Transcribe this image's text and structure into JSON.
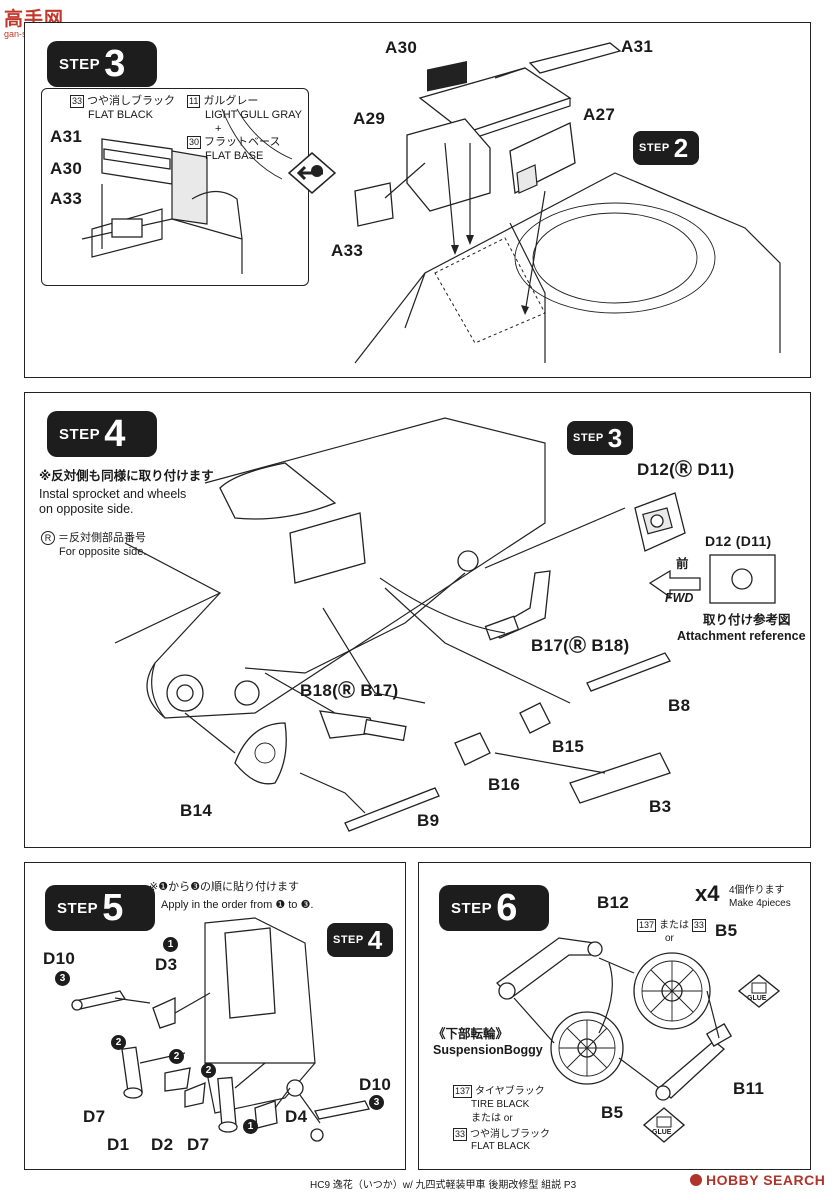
{
  "watermark": {
    "logo_chars": "高手网",
    "url": "gan-shou.com"
  },
  "step3": {
    "badge": {
      "word": "STEP",
      "num": "3"
    },
    "paints": [
      {
        "code": "33",
        "jp": "つや消しブラック",
        "en": "FLAT BLACK"
      },
      {
        "code": "11",
        "jp": "ガルグレー",
        "en": "LIGHT GULL GRAY"
      },
      {
        "plus": "+"
      },
      {
        "code": "30",
        "jp": "フラットベース",
        "en": "FLAT BASE"
      }
    ],
    "inset_labels": [
      "A31",
      "A30",
      "A33"
    ],
    "parts": {
      "a30": "A30",
      "a31": "A31",
      "a29": "A29",
      "a27": "A27",
      "a33": "A33"
    },
    "ref_step": {
      "word": "STEP",
      "num": "2"
    }
  },
  "step4": {
    "badge": {
      "word": "STEP",
      "num": "4"
    },
    "note_jp": "※反対側も同様に取り付けます",
    "note_en_1": "Instal sprocket and wheels",
    "note_en_2": "on opposite side.",
    "opposite_jp": "＝反対側部品番号",
    "opposite_en": "For opposite side.",
    "ref_step": {
      "word": "STEP",
      "num": "3"
    },
    "parts": {
      "d12_top": "D12(Ⓡ D11)",
      "d12_ref": "D12 (D11)",
      "b17": "B17(Ⓡ B18)",
      "b18": "B18(Ⓡ B17)",
      "b8": "B8",
      "b15": "B15",
      "b16": "B16",
      "b14": "B14",
      "b9": "B9",
      "b3": "B3"
    },
    "fwd_jp": "前",
    "fwd_en": "FWD",
    "attach_jp": "取り付け参考図",
    "attach_en": "Attachment reference"
  },
  "step5": {
    "badge": {
      "word": "STEP",
      "num": "5"
    },
    "note_jp": "※❶から❸の順に貼り付けます",
    "note_en": "Apply in the order from ❶ to ❸.",
    "ref_step": {
      "word": "STEP",
      "num": "4"
    },
    "parts": {
      "d10a": "D10",
      "d3": "D3",
      "d7a": "D7",
      "d1": "D1",
      "d2": "D2",
      "d7b": "D7",
      "d4": "D4",
      "d10b": "D10"
    },
    "order_marks": [
      "1",
      "2",
      "3"
    ]
  },
  "step6": {
    "badge": {
      "word": "STEP",
      "num": "6"
    },
    "qty": "x4",
    "qty_jp": "4個作ります",
    "qty_en": "Make 4pieces",
    "parts": {
      "b12": "B12",
      "b5a": "B5",
      "b5b": "B5",
      "b11": "B11"
    },
    "or_top": {
      "code1": "137",
      "mata": "または",
      "code2": "33",
      "or": "or"
    },
    "boggy_jp": "《下部転輪》",
    "boggy_en": "SuspensionBoggy",
    "paint_tire": {
      "code": "137",
      "jp": "タイヤブラック",
      "en": "TIRE BLACK"
    },
    "or_mid": {
      "mata": "または",
      "or": "or"
    },
    "paint_flat": {
      "code": "33",
      "jp": "つや消しブラック",
      "en": "FLAT BLACK"
    },
    "glue": "GLUE"
  },
  "footer": {
    "text": "HC9 逸花（いつか）w/ 九四式軽装甲車 後期改修型 組説 P3",
    "brand": "HOBBY SEARCH"
  }
}
